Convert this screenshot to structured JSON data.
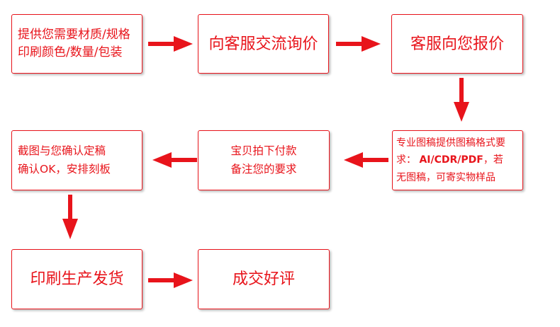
{
  "steps": [
    {
      "id": "provide-requirements",
      "lines": [
        "提供您需要材质/规格",
        "印刷颜色/数量/包装"
      ]
    },
    {
      "id": "consult-service",
      "lines": [
        "向客服交流询价"
      ]
    },
    {
      "id": "service-quote",
      "lines": [
        "客服向您报价"
      ]
    },
    {
      "id": "design-files",
      "lines": [
        "专业图稿提供图稿格式要",
        "求：",
        "AI/CDR/PDF",
        "，若",
        "无图稿，可寄实物样品"
      ]
    },
    {
      "id": "place-order",
      "lines": [
        "宝贝拍下付款",
        "备注您的要求"
      ]
    },
    {
      "id": "confirm-draft",
      "lines": [
        "截图与您确认定稿",
        "确认OK，安排刻板"
      ]
    },
    {
      "id": "print-ship",
      "lines": [
        "印刷生产发货"
      ]
    },
    {
      "id": "positive-review",
      "lines": [
        "成交好评"
      ]
    }
  ],
  "colors": {
    "accent": "#e8141b",
    "background": "#ffffff"
  }
}
